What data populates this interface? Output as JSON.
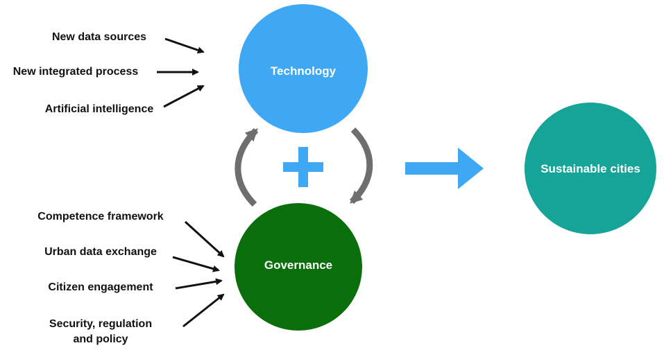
{
  "technology": {
    "label": "Technology",
    "color": "#3ea8f5",
    "inputs": [
      "New data sources",
      "New integrated process",
      "Artificial intelligence"
    ]
  },
  "governance": {
    "label": "Governance",
    "color": "#0a6e0a",
    "inputs": [
      "Competence framework",
      "Urban data exchange",
      "Citizen engagement",
      "Security, regulation",
      "and policy"
    ]
  },
  "outcome": {
    "label": "Sustainable cities",
    "color": "#16a398"
  },
  "symbols": {
    "plus_color": "#3ea8f5",
    "cycle_arrow_color": "#6e6e6e",
    "output_arrow_color": "#3ea8f5",
    "input_arrow_color": "#111111"
  }
}
